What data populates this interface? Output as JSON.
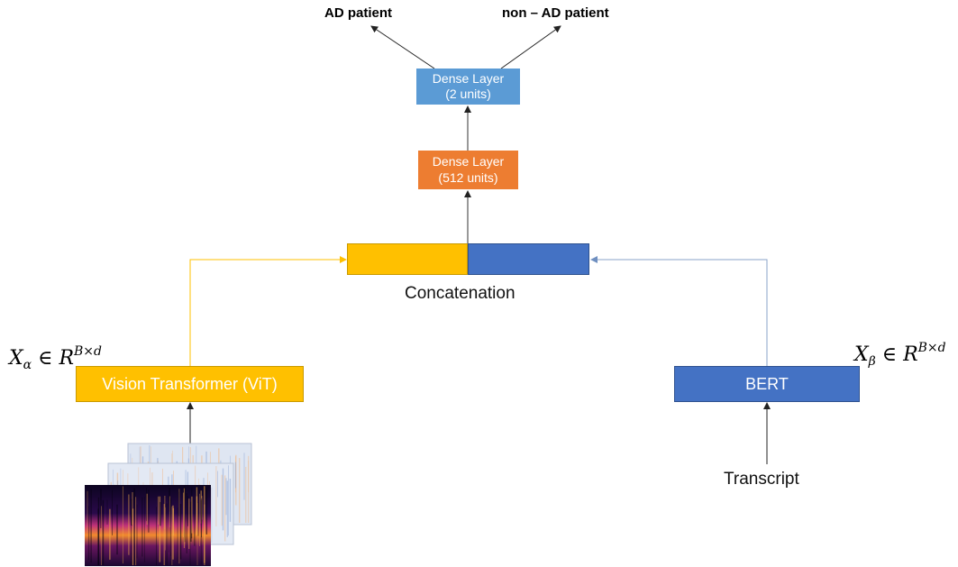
{
  "outputs": {
    "ad": "AD patient",
    "non_ad": "non – AD patient"
  },
  "dense_small": {
    "line1": "Dense Layer",
    "line2": "(2 units)"
  },
  "dense_large": {
    "line1": "Dense Layer",
    "line2": "(512 units)"
  },
  "concat": {
    "label": "Concatenation"
  },
  "vit": {
    "label": "Vision Transformer (ViT)"
  },
  "bert": {
    "label": "BERT"
  },
  "transcript": {
    "label": "Transcript"
  },
  "eq_alpha": {
    "var": "X",
    "sub": "α",
    "rel": "∈",
    "set": "R",
    "sup": "B×d"
  },
  "eq_beta": {
    "var": "X",
    "sub": "β",
    "rel": "∈",
    "set": "R",
    "sup": "B×d"
  },
  "colors": {
    "dense_small": "#5b9bd5",
    "dense_large": "#ed7d31",
    "vit": "#ffc000",
    "bert": "#4472c4"
  },
  "icons": [
    "spectrogram-stack-icon"
  ]
}
